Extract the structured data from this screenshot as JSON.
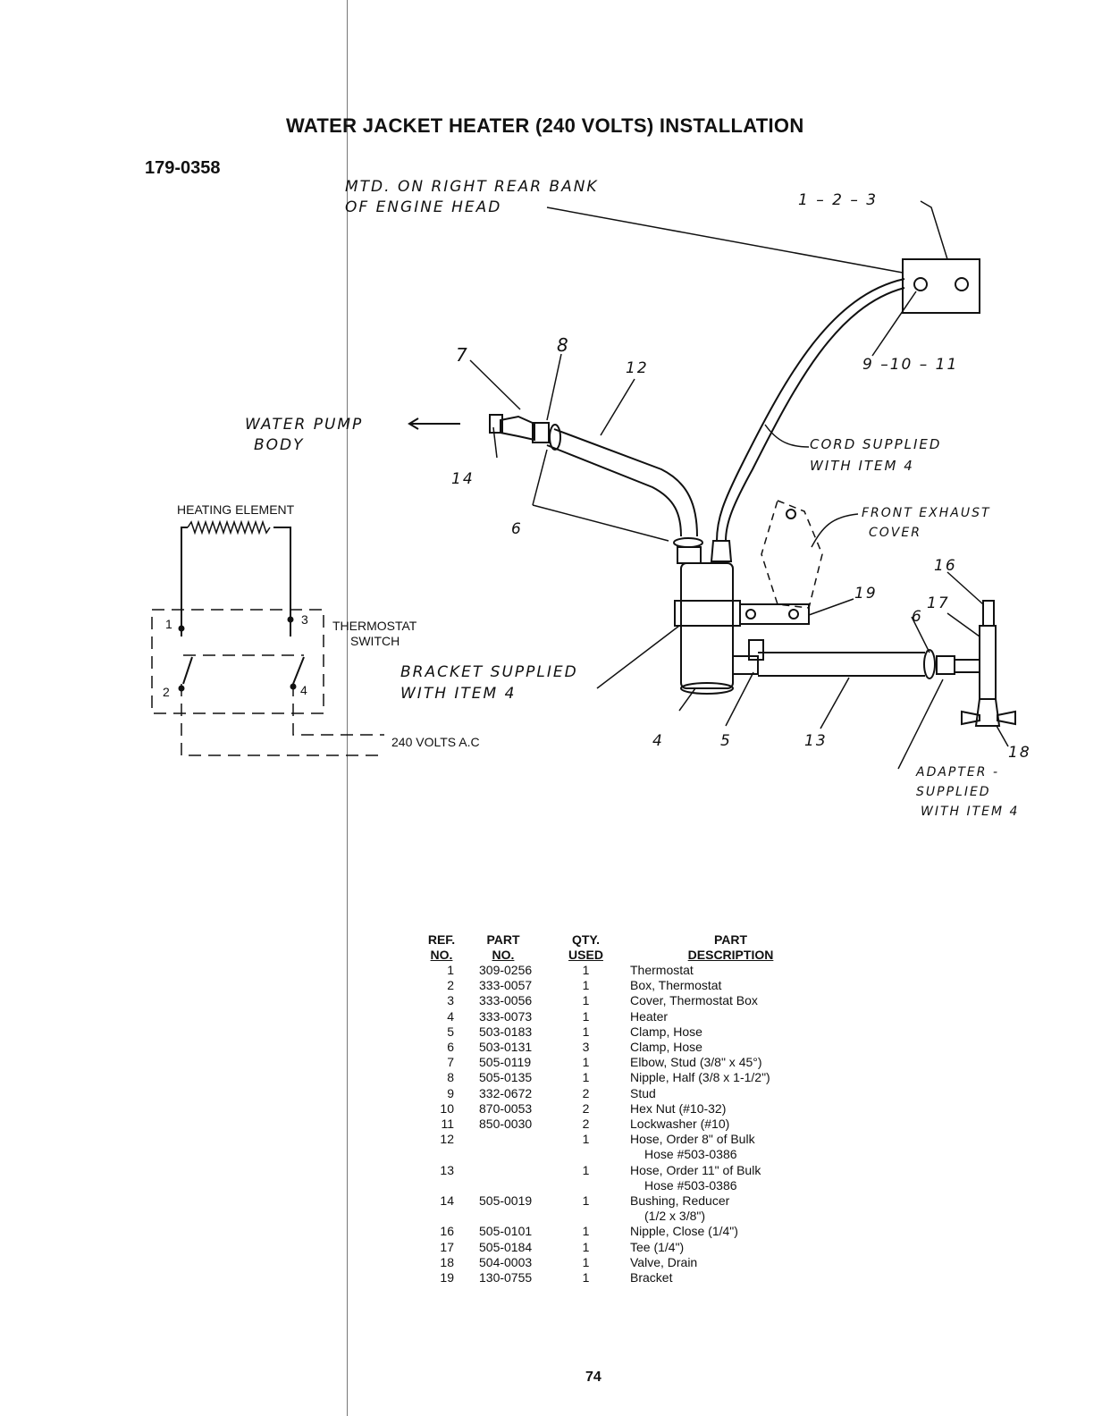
{
  "document": {
    "title": "WATER JACKET HEATER (240 VOLTS) INSTALLATION",
    "doc_number": "179-0358",
    "page_number": "74"
  },
  "diagram": {
    "callouts": {
      "mounted_1": "MTD. ON RIGHT REAR BANK",
      "mounted_2": "OF ENGINE HEAD",
      "refs_1_2_3": "1 – 2 – 3",
      "refs_9_10_11": "9 –10 – 11",
      "ref_7": "7",
      "ref_8": "8",
      "ref_12": "12",
      "ref_14": "14",
      "ref_6a": "6",
      "ref_6b": "6",
      "ref_16": "16",
      "ref_17": "17",
      "ref_18": "18",
      "ref_19": "19",
      "ref_4": "4",
      "ref_5": "5",
      "ref_13": "13",
      "water_pump_1": "WATER PUMP",
      "water_pump_2": "BODY",
      "cord_1": "CORD SUPPLIED",
      "cord_2": "WITH ITEM 4",
      "front_exhaust_1": "FRONT EXHAUST",
      "front_exhaust_2": "COVER",
      "bracket_1": "BRACKET SUPPLIED",
      "bracket_2": "WITH ITEM 4",
      "adapter_1": "ADAPTER -",
      "adapter_2": "SUPPLIED",
      "adapter_3": "WITH ITEM 4"
    },
    "schematic": {
      "heating_element": "HEATING ELEMENT",
      "thermostat_1": "THERMOSTAT",
      "thermostat_2": "SWITCH",
      "voltage": "240 VOLTS A.C",
      "t1": "1",
      "t2": "2",
      "t3": "3",
      "t4": "4"
    }
  },
  "parts_table": {
    "headers": {
      "ref_1": "REF.",
      "ref_2": "NO.",
      "part_1": "PART",
      "part_2": "NO.",
      "qty_1": "QTY.",
      "qty_2": "USED",
      "desc_1": "PART",
      "desc_2": "DESCRIPTION"
    },
    "rows": [
      {
        "ref": "1",
        "part": "309-0256",
        "qty": "1",
        "desc": "Thermostat",
        "desc2": ""
      },
      {
        "ref": "2",
        "part": "333-0057",
        "qty": "1",
        "desc": "Box, Thermostat",
        "desc2": ""
      },
      {
        "ref": "3",
        "part": "333-0056",
        "qty": "1",
        "desc": "Cover, Thermostat Box",
        "desc2": ""
      },
      {
        "ref": "4",
        "part": "333-0073",
        "qty": "1",
        "desc": "Heater",
        "desc2": ""
      },
      {
        "ref": "5",
        "part": "503-0183",
        "qty": "1",
        "desc": "Clamp, Hose",
        "desc2": ""
      },
      {
        "ref": "6",
        "part": "503-0131",
        "qty": "3",
        "desc": "Clamp, Hose",
        "desc2": ""
      },
      {
        "ref": "7",
        "part": "505-0119",
        "qty": "1",
        "desc": "Elbow, Stud (3/8\" x 45°)",
        "desc2": ""
      },
      {
        "ref": "8",
        "part": "505-0135",
        "qty": "1",
        "desc": "Nipple, Half (3/8 x 1-1/2\")",
        "desc2": ""
      },
      {
        "ref": "9",
        "part": "332-0672",
        "qty": "2",
        "desc": "Stud",
        "desc2": ""
      },
      {
        "ref": "10",
        "part": "870-0053",
        "qty": "2",
        "desc": "Hex Nut (#10-32)",
        "desc2": ""
      },
      {
        "ref": "11",
        "part": "850-0030",
        "qty": "2",
        "desc": "Lockwasher (#10)",
        "desc2": ""
      },
      {
        "ref": "12",
        "part": "",
        "qty": "1",
        "desc": "Hose, Order 8\" of Bulk",
        "desc2": "Hose #503-0386"
      },
      {
        "ref": "13",
        "part": "",
        "qty": "1",
        "desc": "Hose, Order 11\" of Bulk",
        "desc2": "Hose #503-0386"
      },
      {
        "ref": "14",
        "part": "505-0019",
        "qty": "1",
        "desc": "Bushing, Reducer",
        "desc2": "(1/2 x 3/8\")"
      },
      {
        "ref": "16",
        "part": "505-0101",
        "qty": "1",
        "desc": "Nipple, Close (1/4\")",
        "desc2": ""
      },
      {
        "ref": "17",
        "part": "505-0184",
        "qty": "1",
        "desc": "Tee (1/4\")",
        "desc2": ""
      },
      {
        "ref": "18",
        "part": "504-0003",
        "qty": "1",
        "desc": "Valve, Drain",
        "desc2": ""
      },
      {
        "ref": "19",
        "part": "130-0755",
        "qty": "1",
        "desc": "Bracket",
        "desc2": ""
      }
    ]
  }
}
